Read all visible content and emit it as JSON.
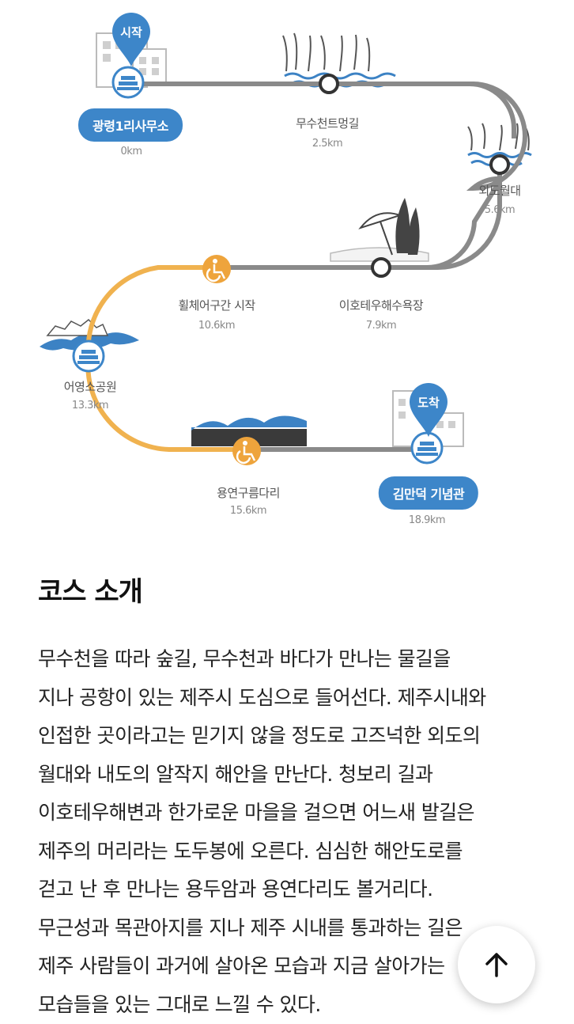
{
  "course_map": {
    "start_badge": "시작",
    "end_badge": "도착",
    "stops": [
      {
        "name": "광령1리사무소",
        "distance": "0km"
      },
      {
        "name": "무수천트멍길",
        "distance": "2.5km"
      },
      {
        "name": "외도월대",
        "distance": "5.6km"
      },
      {
        "name": "이호테우해수욕장",
        "distance": "7.9km"
      },
      {
        "name": "휠체어구간 시작",
        "distance": "10.6km"
      },
      {
        "name": "어영소공원",
        "distance": "13.3km"
      },
      {
        "name": "용연구름다리",
        "distance": "15.6km"
      },
      {
        "name": "김만덕 기념관",
        "distance": "18.9km"
      }
    ]
  },
  "intro": {
    "heading": "코스 소개",
    "lines": [
      "무수천을 따라 숲길, 무수천과 바다가 만나는 물길을",
      "지나 공항이 있는 제주시 도심으로 들어선다. 제주시내와",
      "인접한 곳이라고는 믿기지 않을 정도로 고즈넉한 외도의",
      "월대와 내도의 알작지 해안을 만난다. 청보리 길과",
      "이호테우해변과 한가로운 마을을 걸으면 어느새 발길은",
      "제주의 머리라는 도두봉에 오른다. 심심한 해안도로를",
      "걷고 난 후 만나는 용두암과 용연다리도 볼거리다.",
      "무근성과 목관아지를 지나 제주 시내를 통과하는 길은",
      "제주 사람들이 과거에 살아온 모습과 지금 살아가는",
      "모습들을 있는 그대로 느낄 수 있다."
    ]
  },
  "colors": {
    "route_gray": "#8a8a8a",
    "route_orange": "#f0b24f",
    "accent_blue": "#3d86c9",
    "wave_blue": "#3c82c4",
    "wheelchair_orange": "#eea43c"
  },
  "icons": {
    "back_to_top": "arrow-up-icon",
    "wheelchair": "wheelchair-icon"
  }
}
